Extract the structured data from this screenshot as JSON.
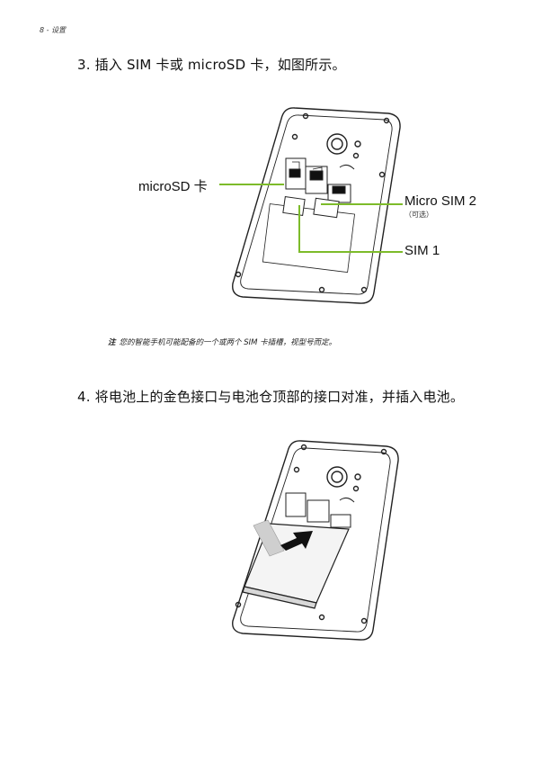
{
  "header": {
    "page_label": "8 - 设置"
  },
  "step3": {
    "text": "3. 插入 SIM 卡或 microSD 卡，如图所示。",
    "labels": {
      "microsd": "microSD 卡",
      "micro_sim2": "Micro SIM 2",
      "micro_sim2_note": "（可选）",
      "sim1": "SIM 1"
    },
    "callout_color": "#7dbb2a"
  },
  "note": {
    "prefix": "注",
    "text": "您的智能手机可能配备的一个或两个 SIM 卡插槽，视型号而定。"
  },
  "step4": {
    "text": "4. 将电池上的金色接口与电池仓顶部的接口对准，并插入电池。"
  }
}
